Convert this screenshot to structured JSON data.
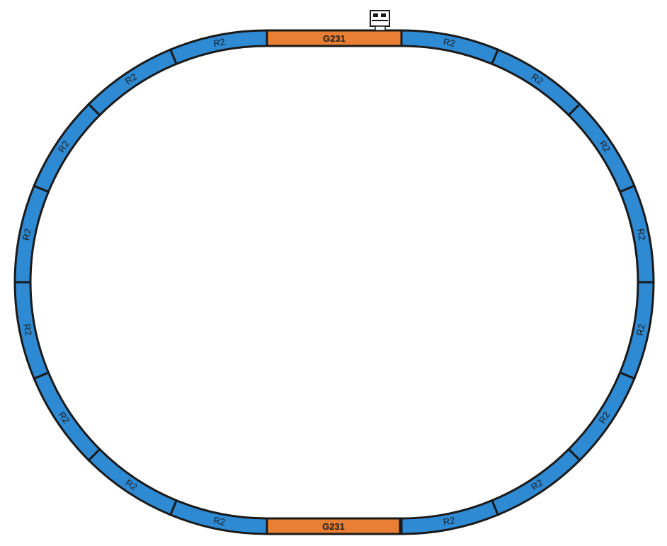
{
  "colors": {
    "curve_fill": "#2f8ad4",
    "straight_fill": "#e87f35",
    "outline": "#1a1a1a",
    "background": "#ffffff"
  },
  "track": {
    "straights": [
      {
        "label": "G231"
      },
      {
        "label": "G231"
      }
    ],
    "curves": [
      {
        "label": "R2"
      },
      {
        "label": "R2"
      },
      {
        "label": "R2"
      },
      {
        "label": "R2"
      },
      {
        "label": "R2"
      },
      {
        "label": "R2"
      },
      {
        "label": "R2"
      },
      {
        "label": "R2"
      },
      {
        "label": "R2"
      },
      {
        "label": "R2"
      },
      {
        "label": "R2"
      },
      {
        "label": "R2"
      },
      {
        "label": "R2"
      },
      {
        "label": "R2"
      },
      {
        "label": "R2"
      },
      {
        "label": "R2"
      }
    ]
  },
  "accessory": {
    "icon": "track-bumper-icon"
  }
}
